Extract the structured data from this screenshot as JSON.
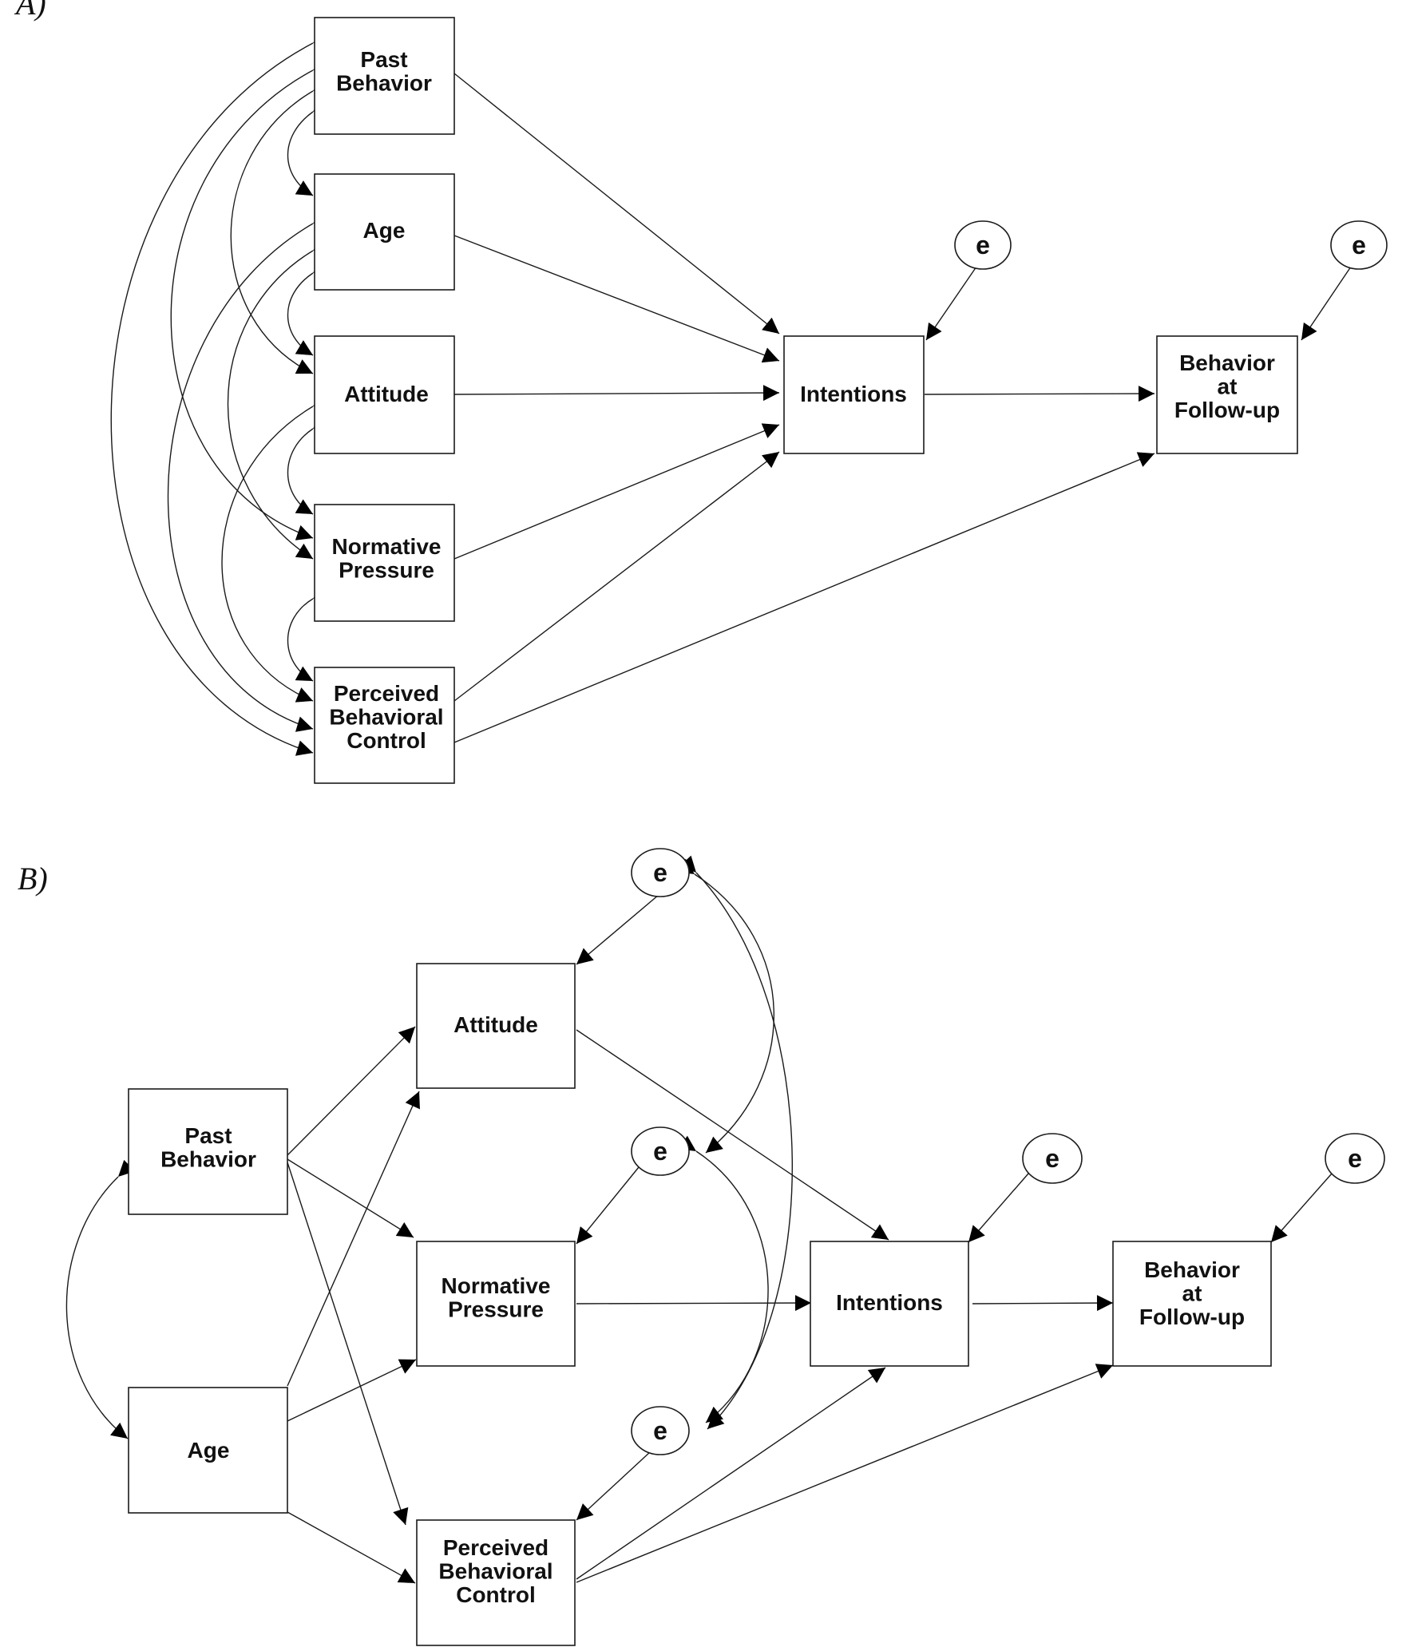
{
  "panels": {
    "a": {
      "label": "A)",
      "nodes": {
        "past": "Past\nBehavior",
        "age": "Age",
        "attitude": "Attitude",
        "norm": "Normative\nPressure",
        "pbc": "Perceived\nBehavioral\nControl",
        "int": "Intentions",
        "beh": "Behavior\nat\nFollow-up"
      },
      "errors": {
        "e_int": "e",
        "e_beh": "e"
      }
    },
    "b": {
      "label": "B)",
      "nodes": {
        "past": "Past\nBehavior",
        "age": "Age",
        "attitude": "Attitude",
        "norm": "Normative\nPressure",
        "pbc": "Perceived\nBehavioral\nControl",
        "int": "Intentions",
        "beh": "Behavior\nat\nFollow-up"
      },
      "errors": {
        "e_att": "e",
        "e_norm": "e",
        "e_pbc": "e",
        "e_int": "e",
        "e_beh": "e"
      }
    }
  }
}
